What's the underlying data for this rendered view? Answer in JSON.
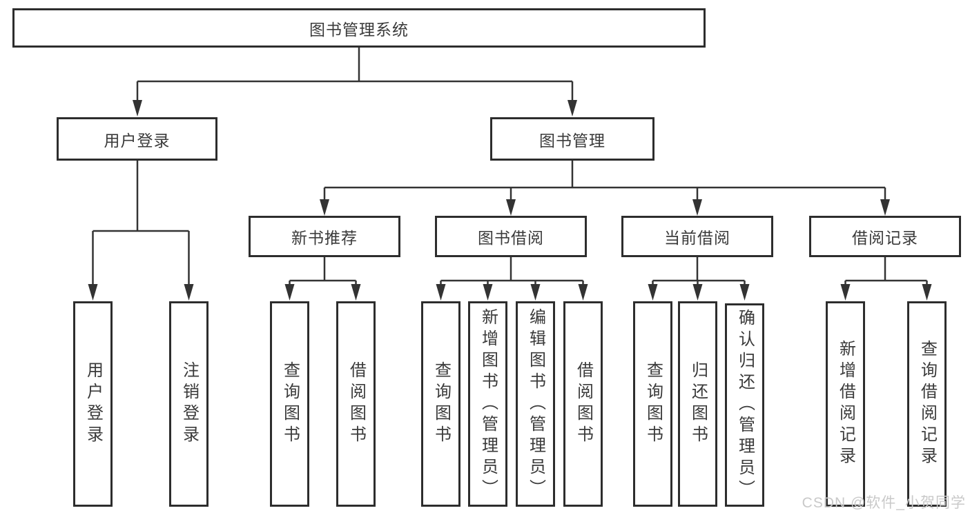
{
  "colors": {
    "background": "#ffffff",
    "line": "#333333",
    "border": "#2d2d2d",
    "text": "#3a3a3a",
    "watermark": "#c9c9c9"
  },
  "tree": {
    "root": "图书管理系统",
    "level2": [
      {
        "label": "用户登录",
        "children": [
          "用户登录",
          "注销登录"
        ]
      },
      {
        "label": "图书管理",
        "groups": [
          {
            "label": "新书推荐",
            "children": [
              "查询图书",
              "借阅图书"
            ]
          },
          {
            "label": "图书借阅",
            "children": [
              "查询图书",
              "新增图书（管理员）",
              "编辑图书（管理员）",
              "借阅图书"
            ]
          },
          {
            "label": "当前借阅",
            "children": [
              "查询图书",
              "归还图书",
              "确认归还（管理员）"
            ]
          },
          {
            "label": "借阅记录",
            "children": [
              "新增借阅记录",
              "查询借阅记录"
            ]
          }
        ]
      }
    ]
  },
  "watermark": "CSDN @软件_小贺同学"
}
